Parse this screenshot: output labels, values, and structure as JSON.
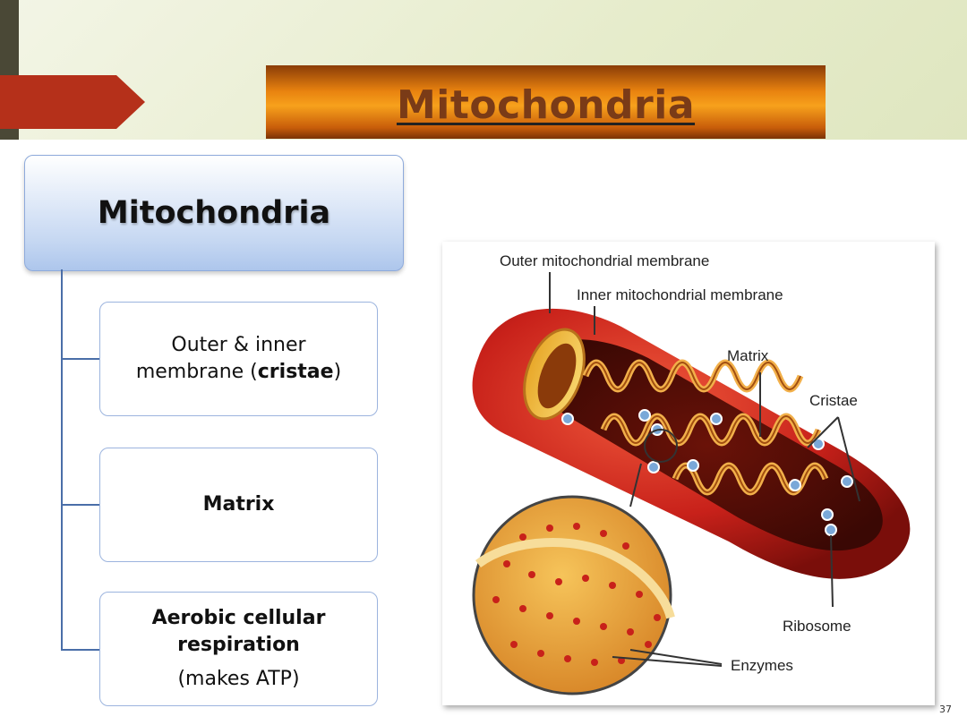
{
  "slide": {
    "title": "Mitochondria",
    "page_number": "37"
  },
  "hierarchy": {
    "root": "Mitochondria",
    "children": [
      {
        "line1": "Outer & inner",
        "line2_prefix": "membrane (",
        "line2_bold": "cristae",
        "line2_suffix": ")"
      },
      {
        "text": "Matrix"
      },
      {
        "line1": "Aerobic cellular",
        "line2": "respiration",
        "line3": "(makes ATP)"
      }
    ]
  },
  "diagram": {
    "labels": {
      "outer_membrane": "Outer mitochondrial membrane",
      "inner_membrane": "Inner mitochondrial membrane",
      "matrix": "Matrix",
      "cristae": "Cristae",
      "ribosome": "Ribosome",
      "enzymes": "Enzymes"
    }
  },
  "colors": {
    "accent_red": "#b5301a",
    "title_orange": "#f7a11c",
    "title_text": "#7a3b17",
    "box_blue": "#c5d7f2",
    "organelle_red": "#c8211a"
  }
}
